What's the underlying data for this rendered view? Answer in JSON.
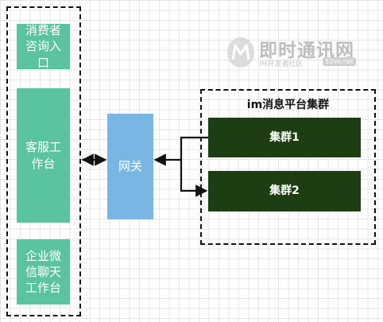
{
  "clients": {
    "consumer": "消费者咨询入口",
    "service": "客服工作台",
    "wechat_work": "企业微信聊天工作台"
  },
  "gateway": {
    "label": "网关"
  },
  "cluster_group": {
    "title": "im消息平台集群",
    "clusters": [
      "集群1",
      "集群2"
    ]
  },
  "watermark": {
    "title": "即时通讯网",
    "subtitle": "IM开发者社区",
    "url": "52im.net"
  },
  "colors": {
    "client_fill": "#5ac3a0",
    "gateway_fill": "#7ab6e3",
    "cluster_fill": "#1e3d12",
    "connector": "#111111"
  },
  "icons": {
    "watermark_logo": "m-logo-icon"
  }
}
